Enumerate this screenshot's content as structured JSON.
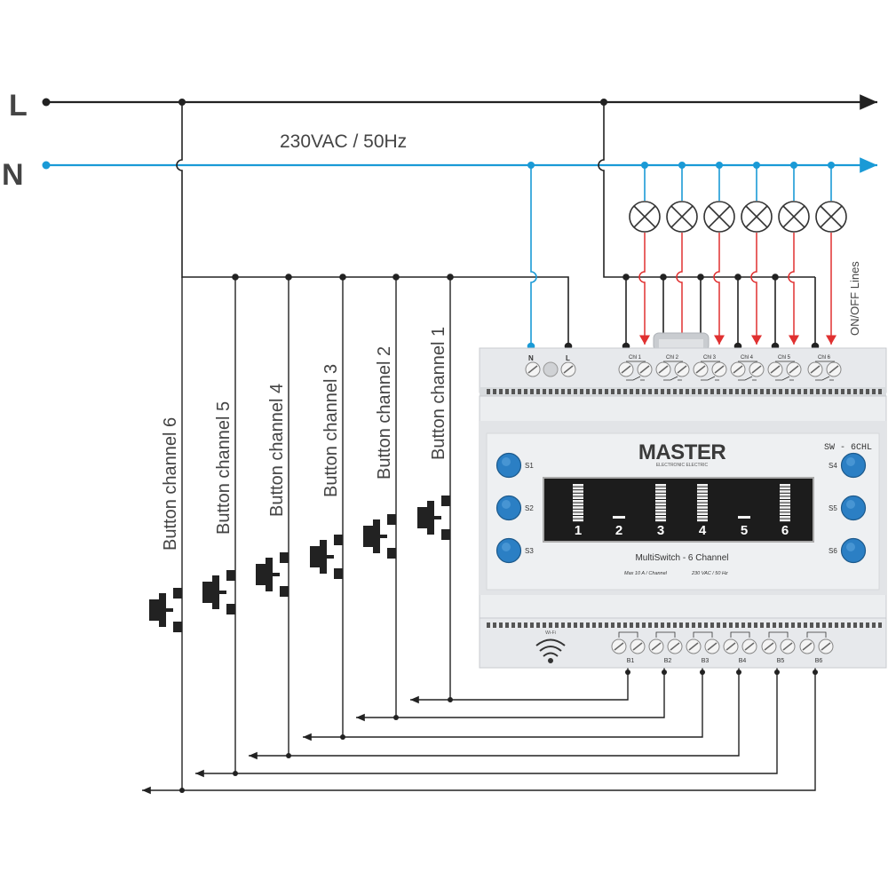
{
  "rails": {
    "line_label": "L",
    "neutral_label": "N",
    "supply_label": "230VAC / 50Hz"
  },
  "buttons": [
    {
      "label": "Button channel 1"
    },
    {
      "label": "Button channel 2"
    },
    {
      "label": "Button channel 3"
    },
    {
      "label": "Button channel 4"
    },
    {
      "label": "Button channel 5"
    },
    {
      "label": "Button channel 6"
    }
  ],
  "onoff_label": "ON/OFF  Lines",
  "device": {
    "brand": "MASTER",
    "brand_sub": "ELECTRONIC  ELECTRIC",
    "model": "SW - 6CHL",
    "name": "MultiSwitch - 6 Channel",
    "rating_max": "Max   10 A / Channel",
    "rating_voltage": "230 VAC / 50 Hz",
    "wifi_label": "Wi-Fi",
    "top_terminals": {
      "n": "N",
      "l": "L"
    },
    "channels": [
      "Chl 1",
      "Chl 2",
      "Chl 3",
      "Chl 4",
      "Chl 5",
      "Chl 6"
    ],
    "bottom_terminals": [
      "B1",
      "B2",
      "B3",
      "B4",
      "B5",
      "B6"
    ],
    "left_buttons": [
      "S1",
      "S2",
      "S3"
    ],
    "right_buttons": [
      "S4",
      "S5",
      "S6"
    ],
    "display_digits": [
      "1",
      "2",
      "3",
      "4",
      "5",
      "6"
    ],
    "display_levels": [
      1,
      0,
      1,
      1,
      0,
      1
    ]
  },
  "colors": {
    "line": "#222222",
    "neutral": "#1a9ad6",
    "switched": "#e03030",
    "device_body": "#e4e6e9",
    "display": "#1a1a1a",
    "button": "#2b7fc4"
  }
}
